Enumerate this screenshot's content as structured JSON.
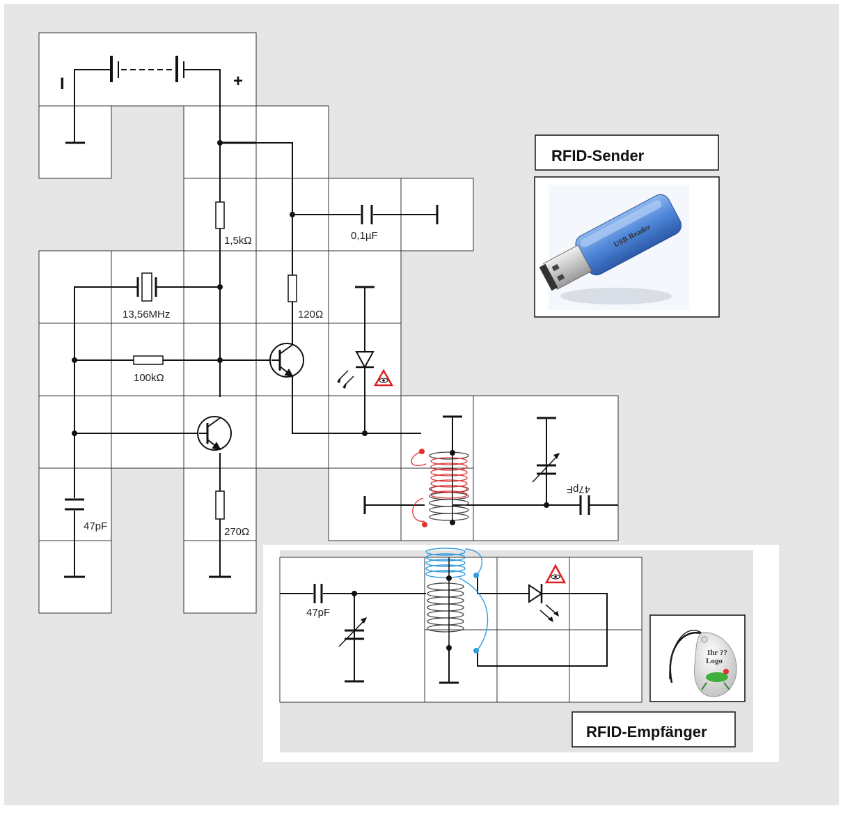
{
  "battery": {
    "minus": "I",
    "plus": "+"
  },
  "components": {
    "r1": "1,5kΩ",
    "r2": "120Ω",
    "r3": "100kΩ",
    "r4": "270Ω",
    "c_bypass": "0,1µF",
    "crystal": "13,56MHz",
    "c_osc": "47pF",
    "c_tx_tank": "47pF",
    "c_rx_tank": "47pF"
  },
  "sender": {
    "title": "RFID-Sender",
    "image_icon": "usb-stick-icon",
    "stick_text": "USB Reader"
  },
  "receiver": {
    "title": "RFID-Empfänger",
    "image_icon": "rfid-tag-keyfob-icon",
    "tag_text_1": "Ihr ??",
    "tag_text_2": "Logo"
  },
  "colors": {
    "background": "#e6e6e6",
    "grid_line": "#333333",
    "wire": "#111111",
    "coil_sender": "#e03030",
    "coil_receiver": "#2f9be0",
    "led_warning": "#e02020",
    "usb_blue": "#4f86d9"
  }
}
